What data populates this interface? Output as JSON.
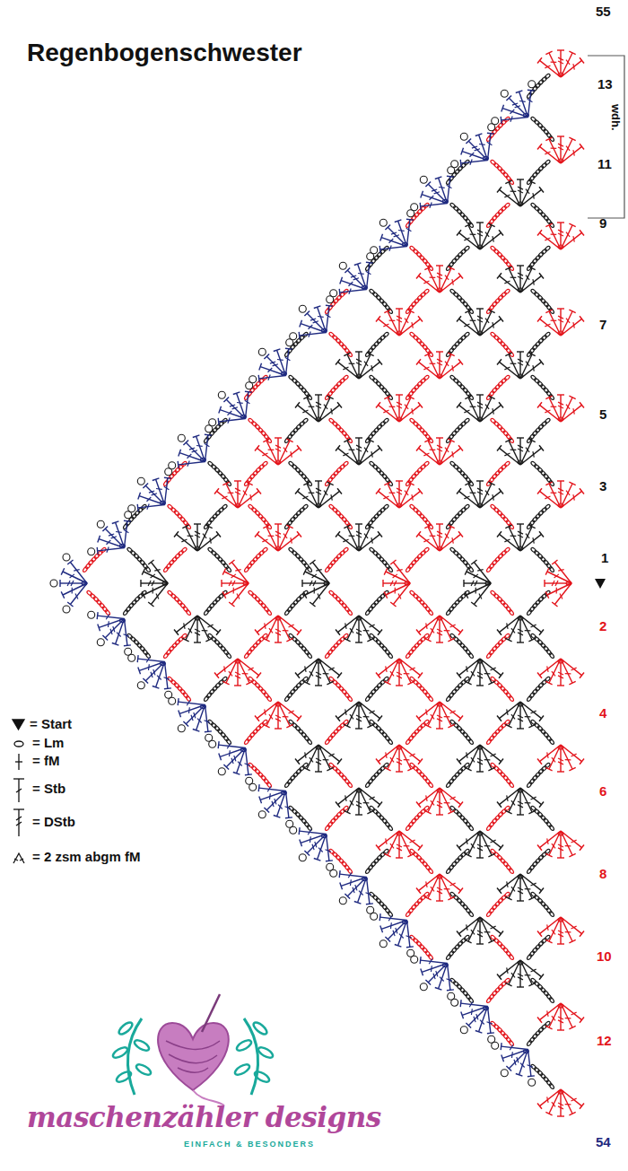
{
  "diagram": {
    "title": "Regenbogenschwester",
    "labels": [
      "55",
      "13",
      "wdh.",
      "11",
      "9",
      "7",
      "5",
      "3",
      "1",
      "2",
      "4",
      "6",
      "8",
      "10",
      "12",
      "54",
      "maschenzähler designs",
      "EINFACH & BESONDERS"
    ],
    "legend": [
      {
        "text": "= Start"
      },
      {
        "text": "= Lm"
      },
      {
        "text": "= fM"
      },
      {
        "text": "= Stb"
      },
      {
        "text": "= DStb"
      },
      {
        "text": "= 2 zsm abgm fM"
      }
    ]
  }
}
